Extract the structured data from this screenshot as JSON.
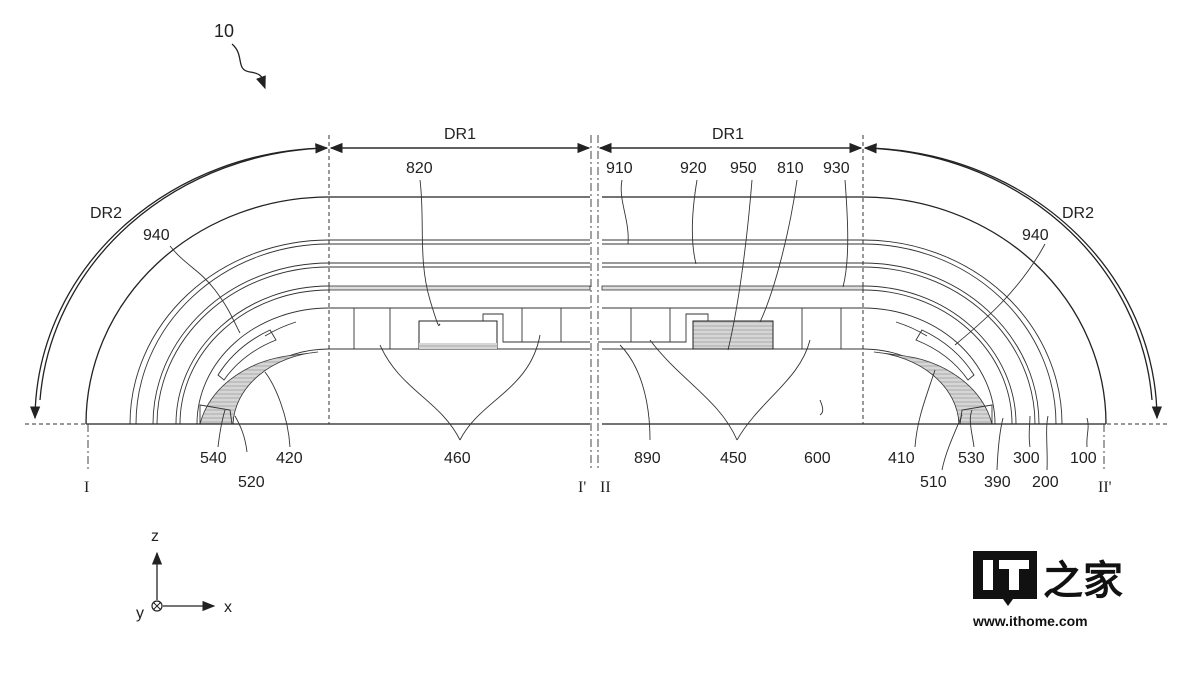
{
  "figure": {
    "ref_number": "10",
    "region_labels": {
      "dr1_left": "DR1",
      "dr1_right": "DR1",
      "dr2_left": "DR2",
      "dr2_right": "DR2"
    },
    "section_marks": {
      "i": "I",
      "i_prime": "I'",
      "ii": "II",
      "ii_prime": "II'"
    },
    "left_labels": {
      "l940": "940",
      "l820": "820",
      "l540": "540",
      "l520": "520",
      "l420": "420",
      "l460": "460"
    },
    "right_labels": {
      "l910": "910",
      "l920": "920",
      "l950": "950",
      "l810": "810",
      "l930": "930",
      "l940": "940",
      "l890": "890",
      "l450": "450",
      "l600": "600",
      "l410": "410",
      "l510": "510",
      "l530": "530",
      "l390": "390",
      "l300": "300",
      "l200": "200",
      "l100": "100"
    },
    "axes": {
      "z": "z",
      "y": "y",
      "x": "x"
    }
  },
  "watermark": {
    "logo_text": "IT之家",
    "url": "www.ithome.com"
  },
  "colors": {
    "line": "#222222",
    "hatch": "#bdbdbd"
  }
}
